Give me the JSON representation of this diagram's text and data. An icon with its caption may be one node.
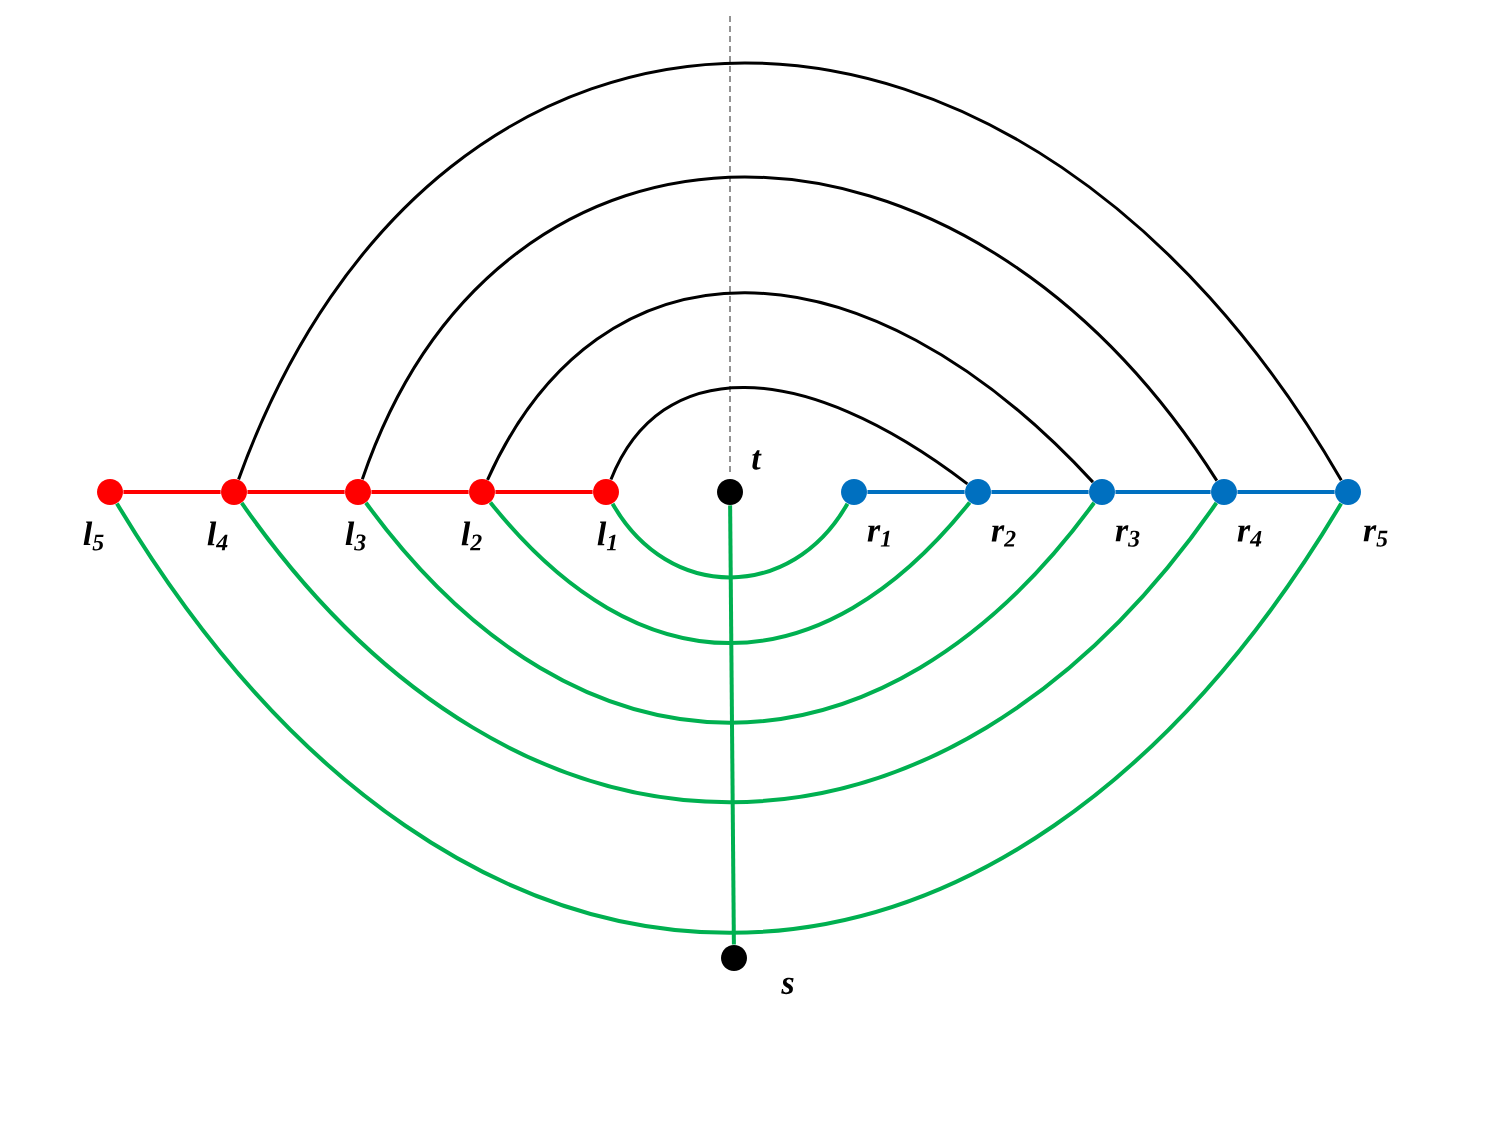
{
  "diagram": {
    "nodes": [
      {
        "text": [],
        "shape": "circle",
        "beside": [
          "l$_{5}$"
        ]
      },
      {
        "text": [],
        "shape": "circle",
        "beside": [
          "l$_{4}$"
        ]
      },
      {
        "text": [],
        "shape": "circle",
        "beside": [
          "l$_{3}$"
        ]
      },
      {
        "text": [],
        "shape": "circle",
        "beside": [
          "l$_{2}$"
        ]
      },
      {
        "text": [],
        "shape": "circle",
        "beside": [
          "l$_{1}$"
        ]
      },
      {
        "text": [],
        "shape": "circle",
        "beside": [
          "t"
        ]
      },
      {
        "text": [],
        "shape": "circle",
        "beside": [
          "r$_{1}$"
        ]
      },
      {
        "text": [],
        "shape": "circle",
        "beside": [
          "r$_{2}$"
        ]
      },
      {
        "text": [],
        "shape": "circle",
        "beside": [
          "r$_{3}$"
        ]
      },
      {
        "text": [],
        "shape": "circle",
        "beside": [
          "r$_{4}$"
        ]
      },
      {
        "text": [],
        "shape": "circle",
        "beside": [
          "r$_{5}$"
        ]
      },
      {
        "text": [],
        "shape": "circle",
        "beside": [
          "s"
        ]
      }
    ],
    "edges": [
      {
        "from": 0,
        "to": 1,
        "arrow": "none",
        "color": "#ff0000"
      },
      {
        "from": 1,
        "to": 2,
        "arrow": "none",
        "color": "#ff0000"
      },
      {
        "from": 2,
        "to": 3,
        "arrow": "none",
        "color": "#ff0000"
      },
      {
        "from": 3,
        "to": 4,
        "arrow": "none",
        "color": "#ff0000"
      },
      {
        "from": 6,
        "to": 7,
        "arrow": "none",
        "color": "#0070c0"
      },
      {
        "from": 7,
        "to": 8,
        "arrow": "none",
        "color": "#0070c0"
      },
      {
        "from": 8,
        "to": 9,
        "arrow": "none",
        "color": "#0070c0"
      },
      {
        "from": 9,
        "to": 10,
        "arrow": "none",
        "color": "#0070c0"
      },
      {
        "from": 4,
        "to": 7,
        "arrow": "none",
        "color": "#000000"
      },
      {
        "from": 3,
        "to": 8,
        "arrow": "none",
        "color": "#000000"
      },
      {
        "from": 2,
        "to": 9,
        "arrow": "none",
        "color": "#000000"
      },
      {
        "from": 1,
        "to": 10,
        "arrow": "none",
        "color": "#000000"
      },
      {
        "from": 4,
        "to": 6,
        "arrow": "none"
      },
      {
        "from": 3,
        "to": 7,
        "arrow": "none"
      },
      {
        "from": 2,
        "to": 8,
        "arrow": "none"
      },
      {
        "from": 1,
        "to": 9,
        "arrow": "none"
      },
      {
        "from": 0,
        "to": 10,
        "arrow": "none"
      },
      {
        "from": 5,
        "to": 11,
        "arrow": "none"
      }
    ]
  }
}
